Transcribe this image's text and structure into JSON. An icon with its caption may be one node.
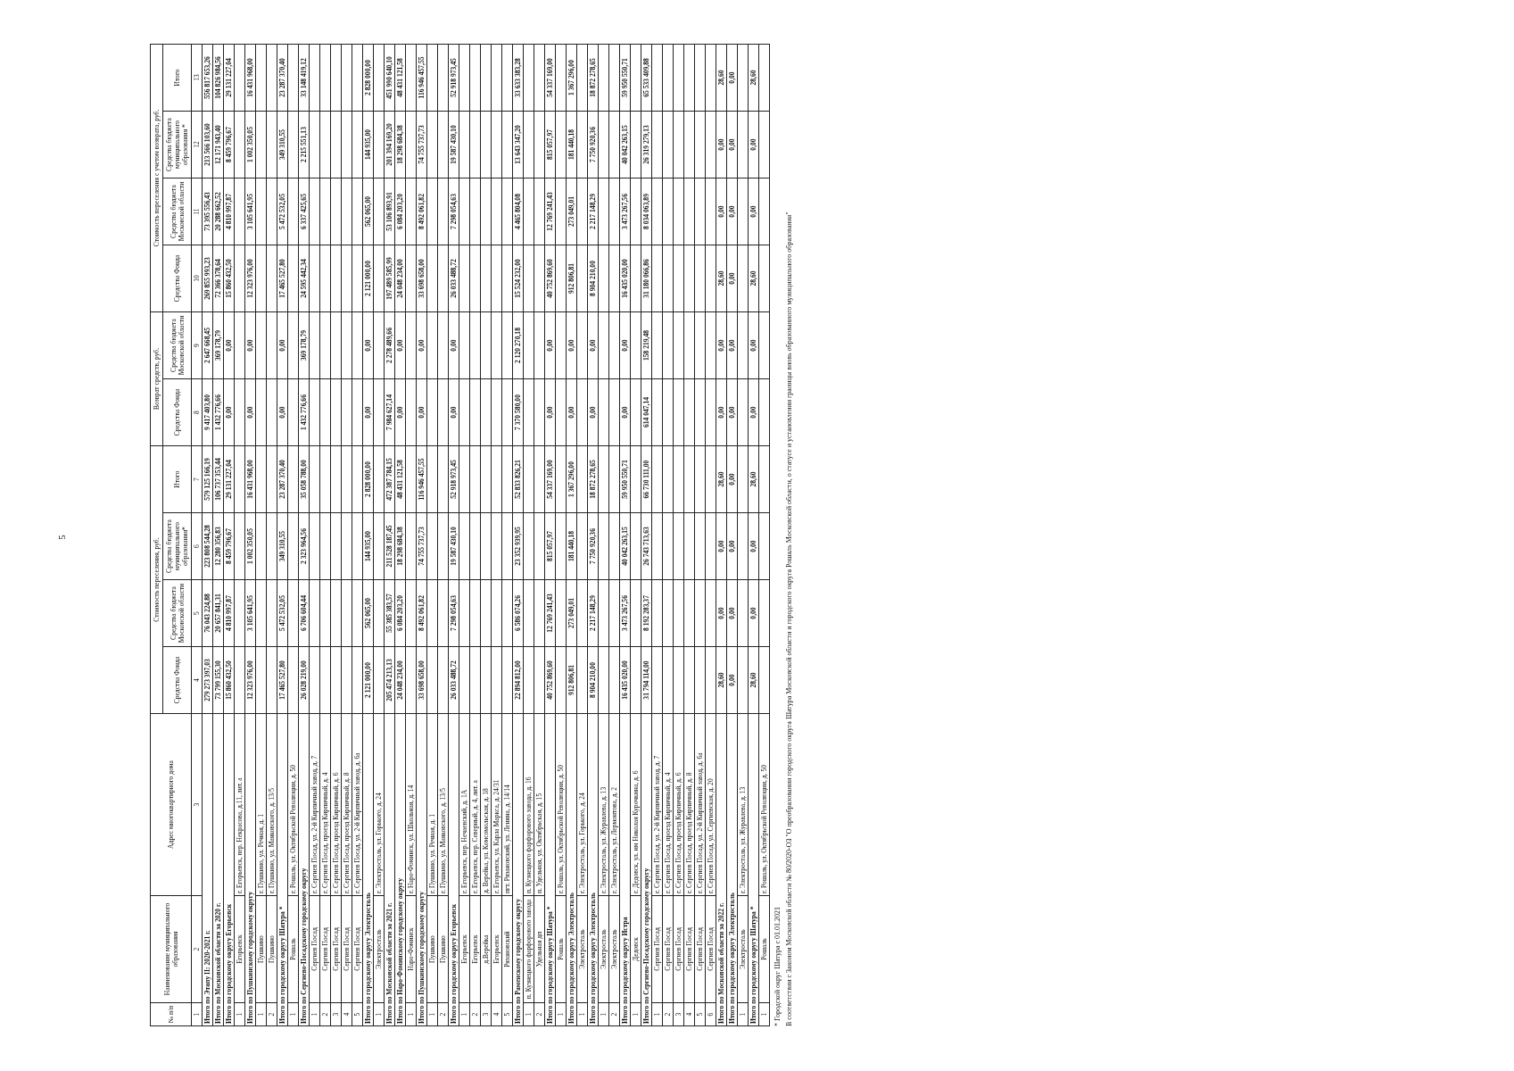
{
  "diagram": {
    "labels": [
      "5",
      "№ п/п",
      "Наименование муниципального образования",
      "Адрес многоквартирного дома",
      "Стоимость переселения, руб.",
      "Возврат средств, руб.",
      "Стоимость переселения с учетом возврата, руб.",
      "Средства Фонда",
      "Средства бюджета Московской области",
      "Средства бюджета муниципального образования*",
      "Итого",
      "Средства Фонда",
      "Средства бюджета Московской области",
      "Средства Фонда",
      "Средства бюджета Московской области",
      "Средства бюджета муниципального образования *",
      "Итого",
      "1",
      "2",
      "3",
      "4",
      "5",
      "6",
      "7",
      "8",
      "9",
      "10",
      "11",
      "12",
      "13",
      "Итого по Этапу II: 2020-2021 г.",
      "279 273 397,03",
      "76 043 224,88",
      "223 808 544,28",
      "579 125 166,19",
      "9 417 403,80",
      "2 647 668,45",
      "269 855 993,23",
      "73 395 556,43",
      "213 566 103,60",
      "556 817 653,26",
      "Итого по Московской области за 2020 г.",
      "73 799 155,30",
      "20 657 841,31",
      "12 280 356,83",
      "106 737 353,44",
      "1 432 776,66",
      "369 178,79",
      "72 366 378,64",
      "20 288 662,52",
      "12 171 943,40",
      "104 826 984,56",
      "Итого по городскому округу Егорьевск",
      "15 860 432,50",
      "4 810 997,87",
      "8 459 796,67",
      "29 131 227,04",
      "0,00",
      "0,00",
      "15 860 432,50",
      "4 810 997,87",
      "8 459 796,67",
      "29 131 227,04",
      "1",
      "Егорьевск",
      "г. Егорьевск, пер. Некрасова, д.11, лит. а",
      "Итого по Пушкинскому городскому округу",
      "12 323 976,00",
      "3 105 641,95",
      "1 002 350,05",
      "16 431 968,00",
      "0,00",
      "0,00",
      "12 323 976,00",
      "3 105 641,95",
      "1 002 350,05",
      "16 431 968,00",
      "1",
      "Пушкино",
      "г. Пушкино, ул. Речная, д. 1",
      "2",
      "Пушкино",
      "г. Пушкино, ул. Маяковского, д. 13/5",
      "Итого по городскому округу Шатура *",
      "17 465 527,80",
      "5 472 532,05",
      "349 310,55",
      "23 287 370,40",
      "0,00",
      "0,00",
      "17 465 527,80",
      "5 472 532,05",
      "349 310,55",
      "23 287 370,40",
      "1",
      "Рошаль",
      "г. Рошаль, ул. Октябрьской Революции, д. 50",
      "Итого по Сергиево-Посадскому городскому округу",
      "26 028 219,00",
      "6 706 604,44",
      "2 323 964,56",
      "35 058 788,00",
      "1 432 776,66",
      "369 178,79",
      "24 595 442,34",
      "6 337 425,65",
      "2 215 551,13",
      "33 148 419,12",
      "1",
      "Сергиев Посад",
      "г. Сергиев Посад, ул. 2-й Кирпичный завод, д. 7",
      "2",
      "Сергиев Посад",
      "г. Сергиев Посад, проезд Кирпичный, д. 4",
      "3",
      "Сергиев Посад",
      "г. Сергиев Посад, проезд Кирпичный, д. 6",
      "4",
      "Сергиев Посад",
      "г. Сергиев Посад, проезд Кирпичный, д. 8",
      "5",
      "Сергиев Посад",
      "г. Сергиев Посад, ул. 2-й Кирпичный завод, д. 6а",
      "Итого по городскому округу Электросталь",
      "2 121 000,00",
      "562 065,00",
      "144 935,00",
      "2 828 000,00",
      "0,00",
      "0,00",
      "2 121 000,00",
      "562 065,00",
      "144 935,00",
      "2 828 000,00",
      "1",
      "Электросталь",
      "г. Электросталь, ул. Горького, д. 24",
      "Итого по Московской области за 2021 г.",
      "205 474 213,13",
      "55 385 383,57",
      "211 528 187,45",
      "472 387 784,15",
      "7 984 627,14",
      "2 278 489,66",
      "197 489 585,99",
      "53 106 893,91",
      "201 394 169,20",
      "451 990 640,10",
      "Итого по Наро-Фоминскому городскому округу",
      "24 048 234,00",
      "6 084 203,20",
      "18 298 684,38",
      "48 431 121,58",
      "0,00",
      "0,00",
      "24 048 234,00",
      "6 084 203,20",
      "18 298 684,38",
      "48 431 121,58",
      "1",
      "Наро-Фоминск",
      "г. Наро-Фоминск, ул. Школьная, д. 14",
      "Итого по Пушкинскому городскому округу",
      "33 698 658,00",
      "8 492 061,82",
      "74 755 737,73",
      "116 946 457,55",
      "0,00",
      "0,00",
      "33 698 658,00",
      "8 492 061,82",
      "74 755 737,73",
      "116 946 457,55",
      "1",
      "Пушкино",
      "г. Пушкино, ул. Речная, д. 1",
      "2",
      "Пушкино",
      "г. Пушкино, ул. Маяковского, д. 13/5",
      "Итого по городскому округу Егорьевск",
      "26 033 488,72",
      "7 298 054,63",
      "19 587 430,10",
      "52 918 973,45",
      "0,00",
      "0,00",
      "26 033 488,72",
      "7 298 054,63",
      "19 587 430,10",
      "52 918 973,45",
      "1",
      "Егорьевск",
      "г. Егорьевск, пер. Нечаевский, д. 1А",
      "2",
      "Егорьевск",
      "г. Егорьевск, пер. Северный, д. 4, лит. а",
      "3",
      "д.Верейка",
      "д. Верейка, ул. Комсомольская, д. 18",
      "4",
      "Егорьевск",
      "г. Егорьевск, ул. Карла Маркса, д. 24/31",
      "5",
      "Рязановский",
      "пгт. Рязановский, ул. Ленина, д. 14/14",
      "Итого по Раменскому городскому округу",
      "22 894 812,00",
      "6 586 074,26",
      "23 352 939,95",
      "52 833 826,21",
      "7 370 580,00",
      "2 120 270,18",
      "15 524 232,00",
      "4 465 804,08",
      "13 643 347,20",
      "33 633 383,28",
      "1",
      "п. Кузнецкого фарфорового завода",
      "п. Кузнецкого фарфорового завода, д. 16",
      "2",
      "Удельная дп",
      "п. Удельная, ул. Октябрьская, д. 15",
      "Итого по городскому округу Шатура *",
      "40 752 869,60",
      "12 769 241,43",
      "815 057,97",
      "54 337 169,00",
      "0,00",
      "0,00",
      "40 752 869,60",
      "12 769 241,43",
      "815 057,97",
      "54 337 169,00",
      "1",
      "Рошаль",
      "г. Рошаль, ул. Октябрьской Революции, д. 50",
      "Итого по городскому округу Электросталь",
      "912 806,81",
      "273 049,01",
      "181 440,18",
      "1 367 296,00",
      "0,00",
      "0,00",
      "912 806,81",
      "273 049,01",
      "181 440,18",
      "1 367 296,00",
      "1",
      "Электросталь",
      "г. Электросталь, ул. Горького, д. 24",
      "Итого по городскому округу Электросталь",
      "8 904 210,00",
      "2 217 148,29",
      "7 750 920,36",
      "18 872 278,65",
      "0,00",
      "0,00",
      "8 904 210,00",
      "2 217 148,29",
      "7 750 920,36",
      "18 872 278,65",
      "1",
      "Электросталь",
      "г. Электросталь, ул. Журавлева, д. 13",
      "2",
      "Электросталь",
      "г. Электросталь, ул. Лермонтова, д. 2",
      "Итого по городскому округу Истра",
      "16 435 020,00",
      "3 473 267,56",
      "40 042 263,15",
      "59 950 550,71",
      "0,00",
      "0,00",
      "16 435 020,00",
      "3 473 267,56",
      "40 042 263,15",
      "59 950 550,71",
      "1",
      "Дедовск",
      "г. Дедовск, ул. им Николая Курочкина, д. 6",
      "Итого по Сергиево-Посадскому городскому округу",
      "31 794 114,00",
      "8 192 283,37",
      "26 743 713,63",
      "66 730 111,00",
      "614 047,14",
      "158 219,48",
      "31 180 066,86",
      "8 034 063,89",
      "26 319 279,13",
      "65 533 409,88",
      "1",
      "Сергиев Посад",
      "г. Сергиев Посад, ул. 2-й Кирпичный завод, д. 7",
      "2",
      "Сергиев Посад",
      "г. Сергиев Посад, проезд Кирпичный, д. 4",
      "3",
      "Сергиев Посад",
      "г. Сергиев Посад, проезд Кирпичный, д. 6",
      "4",
      "Сергиев Посад",
      "г. Сергиев Посад, проезд Кирпичный, д. 8",
      "5",
      "Сергиев Посад",
      "г. Сергиев Посад, ул. 2-й Кирпичный завод, д. 6а",
      "6",
      "Сергиев Посад",
      "г. Сергиев Посад, ул. Сергиевская, д. 20",
      "Итого по Московской области за 2022 г.",
      "28,60",
      "0,00",
      "0,00",
      "28,60",
      "0,00",
      "0,00",
      "28,60",
      "0,00",
      "0,00",
      "28,60",
      "Итого по городскому округу Электросталь",
      "0,00",
      "0,00",
      "0,00",
      "0,00",
      "0,00",
      "0,00",
      "0,00",
      "0,00",
      "0,00",
      "0,00",
      "1",
      "Электросталь",
      "г. Электросталь, ул. Журавлева, д. 13",
      "Итого по городскому округу Шатура *",
      "28,60",
      "0,00",
      "0,00",
      "28,60",
      "0,00",
      "0,00",
      "28,60",
      "0,00",
      "0,00",
      "28,60",
      "1",
      "Рошаль",
      "г. Рошаль, ул. Октябрьской Революции, д. 50",
      "* Городской округ Шатура с 01.01.2021",
      "В соответствии с Законом Московской области № 80/2020-ОЗ \"О преобразовании городского округа Шатура Московской области и городского округа Рошаль Московской области, о статусе и установлении границы вновь образованного муниципального образования\""
    ]
  }
}
